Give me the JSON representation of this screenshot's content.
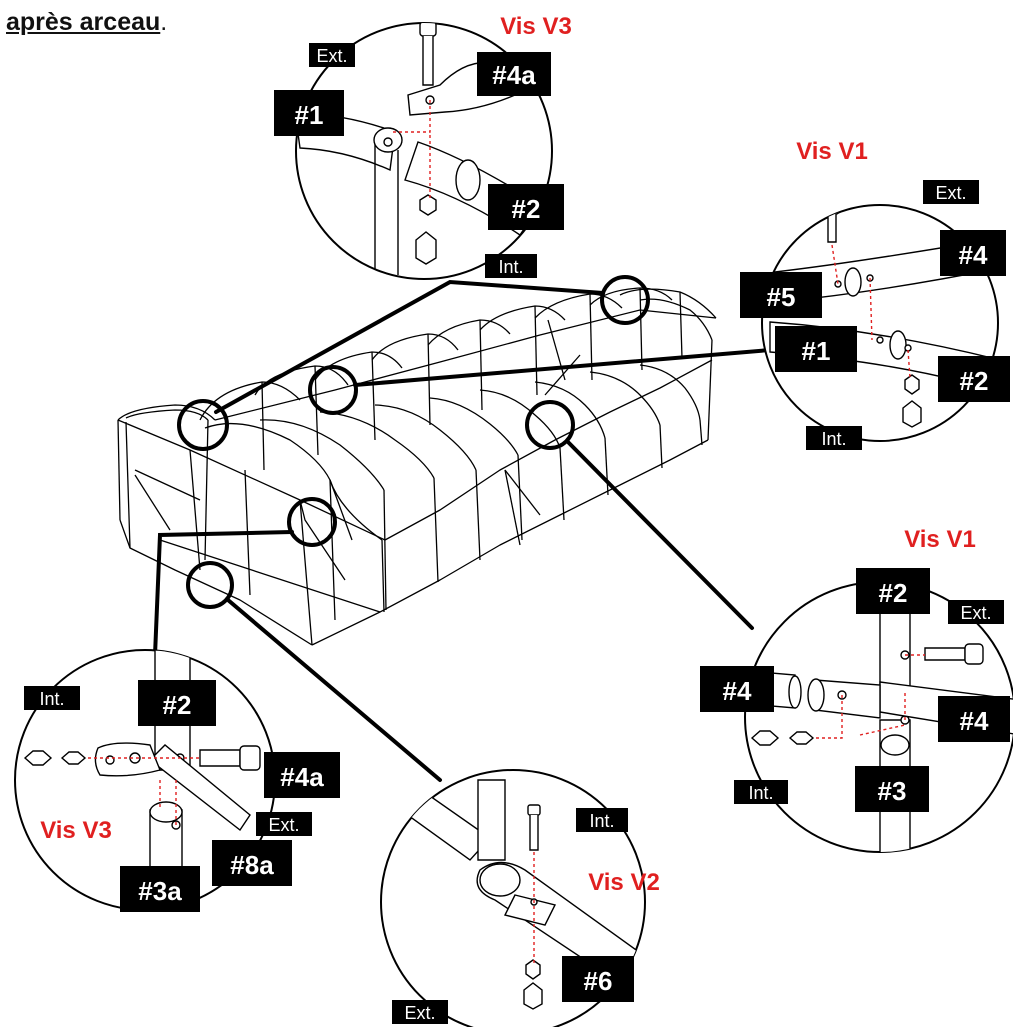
{
  "heading": {
    "text": "après arceau",
    "suffix": "."
  },
  "colors": {
    "screw_label": "#e02020",
    "ink": "#000000",
    "dashed": "#e02020"
  },
  "details": [
    {
      "id": "top-left",
      "screw": "Vis V3",
      "labels": [
        "Ext.",
        "#4a",
        "#1",
        "#2",
        "Int."
      ]
    },
    {
      "id": "top-right",
      "screw": "Vis V1",
      "labels": [
        "Ext.",
        "#4",
        "#5",
        "#1",
        "#2",
        "Int."
      ]
    },
    {
      "id": "middle-right",
      "screw": "Vis V1",
      "labels": [
        "#2",
        "Ext.",
        "#4",
        "#4",
        "Int.",
        "#3"
      ]
    },
    {
      "id": "bottom-left",
      "screw": "Vis V3",
      "labels": [
        "Int.",
        "#2",
        "#4a",
        "Ext.",
        "#8a",
        "#3a"
      ]
    },
    {
      "id": "bottom-center",
      "screw": "Vis V2",
      "labels": [
        "Int.",
        "#6",
        "Ext."
      ]
    }
  ]
}
